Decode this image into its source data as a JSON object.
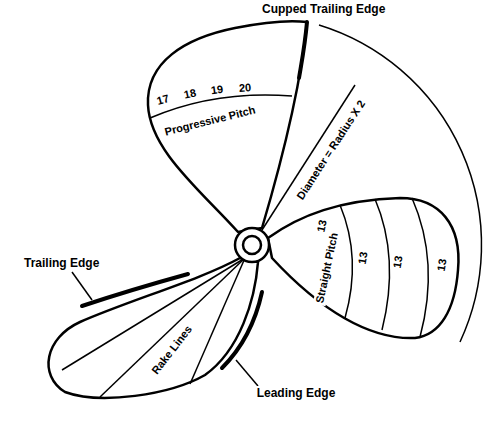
{
  "diagram": {
    "labels": [
      "Cupped Trailing Edge",
      "17",
      "18",
      "19",
      "20",
      "Progressive Pitch",
      "Diameter = Radius X 2",
      "13",
      "Straight Pitch",
      "13",
      "13",
      "13",
      "Trailing Edge",
      "Rake Lines",
      "Leading Edge"
    ]
  }
}
